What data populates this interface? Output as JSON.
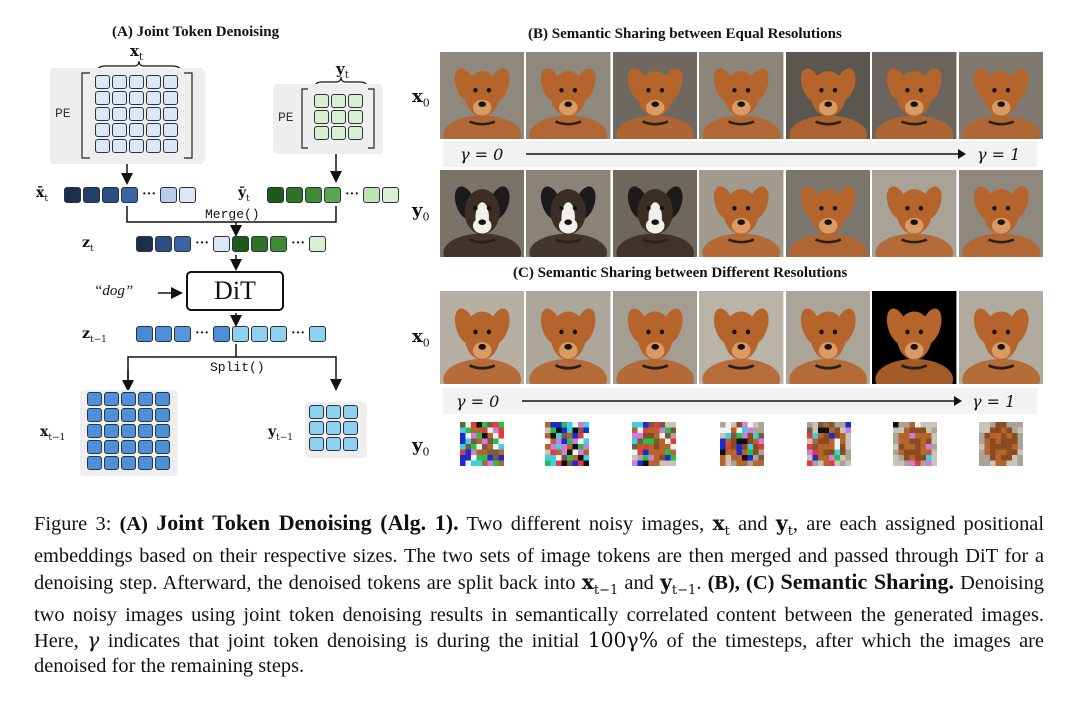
{
  "panel_a": {
    "title": "(A) Joint Token Denoising",
    "xt_label": "x",
    "xt_sub": "t",
    "yt_label": "y",
    "yt_sub": "t",
    "pe_label": "PE",
    "xbar_label": "x̄",
    "xbar_sub": "t",
    "ybar_label": "ȳ",
    "ybar_sub": "t",
    "merge_label": "Merge()",
    "zt_label": "z",
    "zt_sub": "t",
    "prompt": "“dog”",
    "dit_label": "DiT",
    "zt1_label": "z",
    "zt1_sub": "t−1",
    "split_label": "Split()",
    "xt1_label": "x",
    "xt1_sub": "t−1",
    "yt1_label": "y",
    "yt1_sub": "t−1",
    "dots": "···"
  },
  "panel_b": {
    "title": "(B) Semantic Sharing between Equal Resolutions",
    "x0_label": "x",
    "x0_sub": "0",
    "y0_label": "y",
    "y0_sub": "0",
    "gamma_start": "γ = 0",
    "gamma_end": "γ = 1"
  },
  "panel_c": {
    "title": "(C) Semantic Sharing between Different Resolutions",
    "x0_label": "x",
    "x0_sub": "0",
    "y0_label": "y",
    "y0_sub": "0",
    "gamma_start": "γ = 0",
    "gamma_end": "γ = 1"
  },
  "caption": {
    "fig": "Figure 3: ",
    "a_label": "(A) ",
    "a_title": "Joint Token Denoising (Alg. 1).",
    "p1": " Two different noisy images, ",
    "xt": "xt",
    "and1": " and ",
    "yt": "yt",
    "p2": ", are each assigned positional embeddings based on their respective sizes. The two sets of image tokens are then merged and passed through DiT for a denoising step. Afterward, the denoised tokens are split back into ",
    "xt1": "xt−1",
    "and2": " and ",
    "yt1": "yt−1",
    "p3": ". ",
    "bc_label": "(B), (C) ",
    "bc_title": "Semantic Sharing.",
    "p4": " Denoising two noisy images using joint token denoising results in semantically correlated content between the generated images. Here, ",
    "gamma": "γ",
    "p5": " indicates that joint token denoising is during the initial ",
    "pct": "100γ%",
    "p6": " of the timesteps, after which the images are denoised for the remaining steps."
  },
  "colors": {
    "x_token_light": "#dbe6f6",
    "x_token_dark": "#1d2f4a",
    "x_token_mid": "#3f6fb6",
    "y_token_light": "#d9efd2",
    "y_token_dark": "#2e6b24",
    "z_out": "#4d8fd8",
    "y_out": "#8ed0ef",
    "dog_fur": "#b5652c",
    "dog_bg": "#4a4540"
  }
}
